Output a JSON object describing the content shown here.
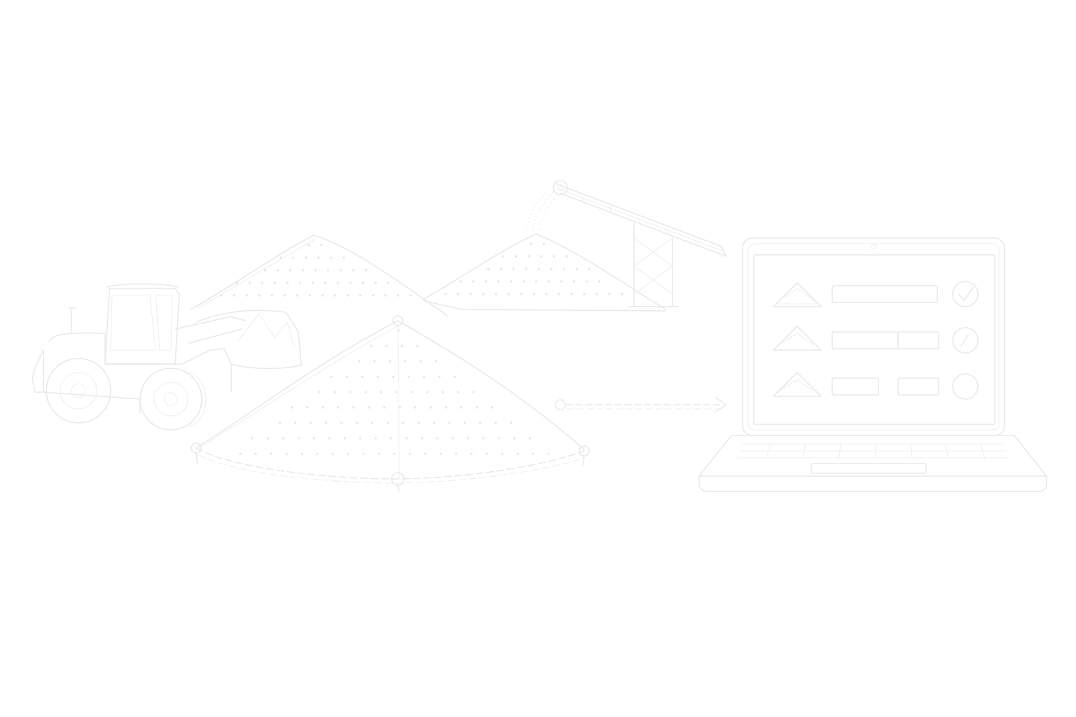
{
  "palette": {
    "background": "#ffffff",
    "line": "#e9e9ea",
    "line_soft": "#efeff0",
    "dot": "#e6e6e7"
  },
  "illustration": {
    "elements": [
      "wheel-loader-icon",
      "stockpile-icon",
      "conveyor-icon",
      "measurement-points-icon",
      "data-transfer-arrow-icon",
      "laptop-icon"
    ],
    "dashboard_rows": [
      {
        "status": "check"
      },
      {
        "status": "pending"
      },
      {
        "status": "empty"
      }
    ]
  }
}
